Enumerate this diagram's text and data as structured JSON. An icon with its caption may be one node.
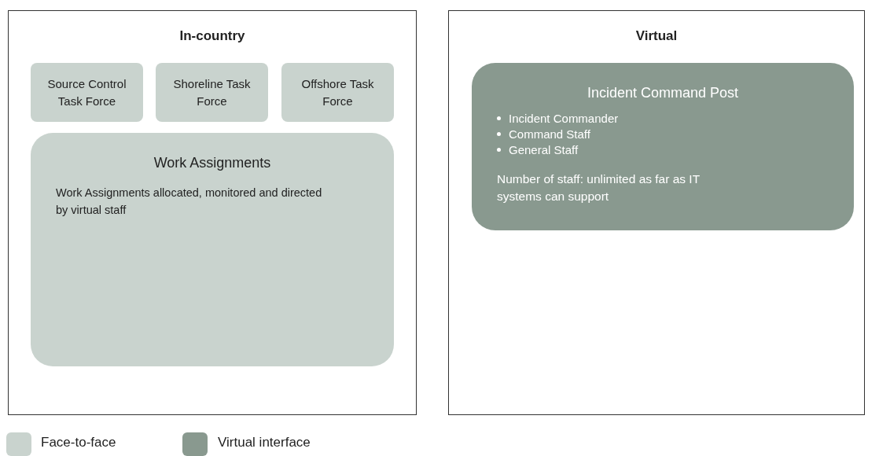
{
  "diagram": {
    "nodes": [
      {
        "text": [
          "In-country"
        ]
      },
      {
        "text": [
          "Source Control Task Force"
        ],
        "in": 0
      },
      {
        "text": [
          "Shoreline Task Force"
        ],
        "in": 0
      },
      {
        "text": [
          "Offshore Task Force"
        ],
        "in": 0
      },
      {
        "text": [
          "Work Assignments",
          "Work Assignments allocated, monitored and directed by virtual staff"
        ],
        "in": 0
      },
      {
        "text": [
          "Virtual"
        ]
      },
      {
        "text": [
          "Incident Command Post",
          "Incident Commander",
          "Command Staff",
          "General Staff",
          "Number of staff: unlimited as far as IT systems can support"
        ],
        "in": 5
      }
    ],
    "edges": [],
    "legend": [
      {
        "text": "Face-to-face",
        "color": "#c9d3ce"
      },
      {
        "text": "Virtual interface",
        "color": "#89998f"
      }
    ]
  }
}
